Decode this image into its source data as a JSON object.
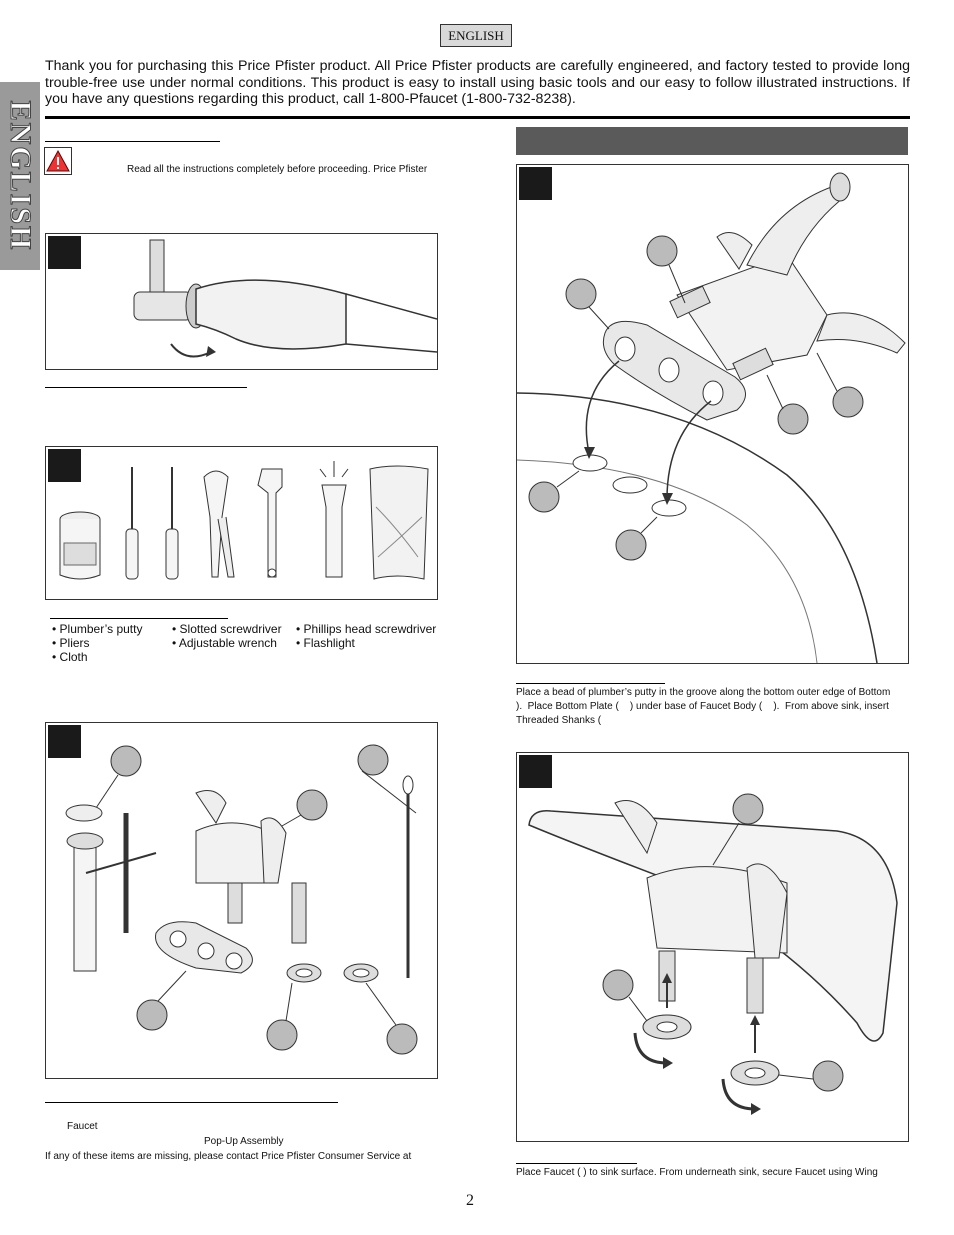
{
  "language_tag": "ENGLISH",
  "side_tab": "ENGLISH",
  "intro": "Thank you for purchasing this Price Pfister product.  All Price Pfister products are carefully engineered, and factory tested to provide long trouble-free use under normal conditions.  This product is easy to install using basic tools and our easy to follow illustrated instructions.  If you have any questions regarding this product, call 1-800-Pfaucet (1-800-732-8238).",
  "warning_text": "Read all the instructions completely before proceeding. Price Pfister",
  "tools": {
    "col1": [
      "• Plumber’s putty",
      "• Pliers",
      "• Cloth"
    ],
    "col2": [
      "• Slotted screwdriver",
      "• Adjustable wrench"
    ],
    "col3": [
      "• Phillips head screwdriver",
      "• Flashlight"
    ]
  },
  "parts": {
    "line1": "Faucet",
    "line2": "Pop-Up Assembly",
    "line3": "If any of these items are missing, please contact Price Pfister Consumer Service at"
  },
  "step_install_text": "Place a bead of plumber’s putty in the groove along the bottom outer edge of Bottom\n).  Place Bottom Plate (    ) under base of Faucet Body (    ).  From above sink, insert Threaded Shanks (",
  "step_secure_text": "Place Faucet (    ) to sink surface.  From underneath sink, secure Faucet using Wing",
  "page_number": "2"
}
